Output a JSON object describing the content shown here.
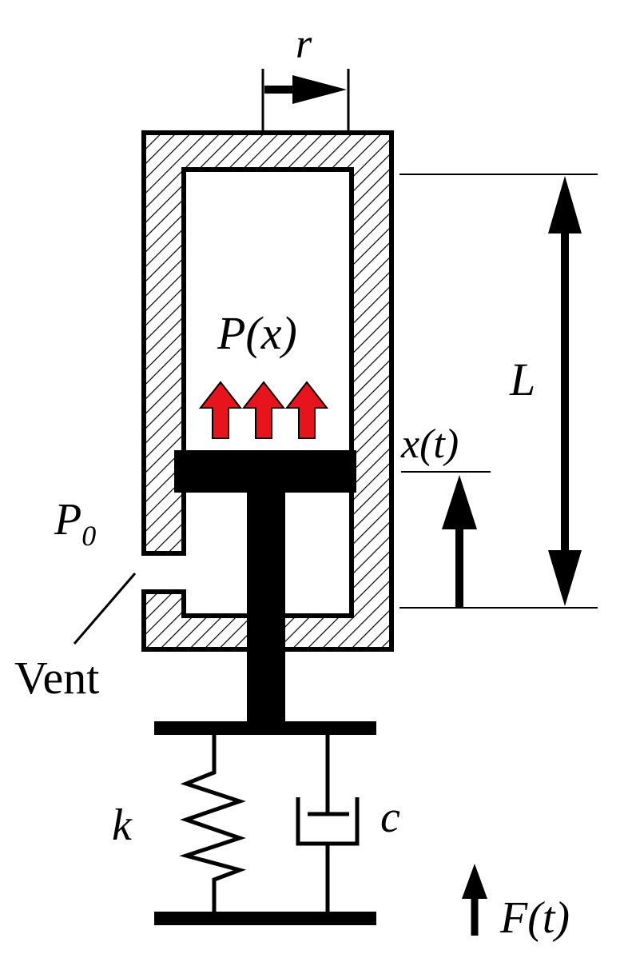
{
  "labels": {
    "radius": "r",
    "pressure": "P(x)",
    "length": "L",
    "displacement": "x(t)",
    "ambient_pressure_base": "P",
    "ambient_pressure_sub": "0",
    "vent": "Vent",
    "spring": "k",
    "damper": "c",
    "force": "F(t)"
  },
  "colors": {
    "ink": "#000000",
    "pressure_arrows": "#e8141b",
    "background": "#ffffff"
  },
  "icons": {
    "pressure_arrows": "up-arrow-icon",
    "force_arrow": "up-arrow-icon",
    "radius_arrow": "right-arrow-icon"
  }
}
